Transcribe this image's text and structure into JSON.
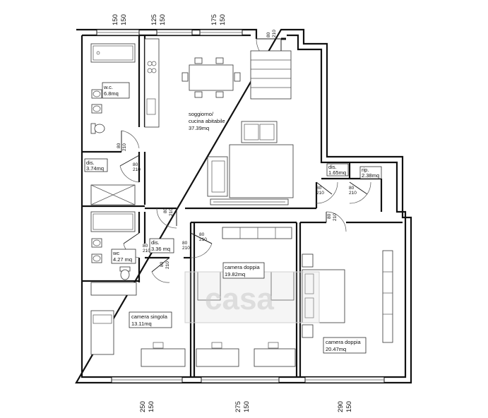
{
  "rooms": [
    {
      "name": "w.c.",
      "area": "6.8mq"
    },
    {
      "name": "soggiorno/ cucina abitabile",
      "line1": "soggiorno/",
      "line2": "cucina abitabile",
      "area": "37.39mq"
    },
    {
      "name": "dis.",
      "area": "3.74mq"
    },
    {
      "name": "dis.",
      "area": "1.65mq"
    },
    {
      "name": "rip.",
      "area": "2.38mq"
    },
    {
      "name": "dis.",
      "area": "3.36 mq"
    },
    {
      "name": "wc",
      "area": "4.27 mq"
    },
    {
      "name": "camera doppia",
      "area": "19.82mq"
    },
    {
      "name": "camera singola",
      "area": "13.11mq"
    },
    {
      "name": "camera doppia",
      "area": "20.47mq"
    }
  ],
  "window_dims_top": [
    {
      "w": "150",
      "h": "150"
    },
    {
      "w": "125",
      "h": "150"
    },
    {
      "w": "175",
      "h": "150"
    }
  ],
  "window_dims_bottom": [
    {
      "w": "250",
      "h": "150"
    },
    {
      "w": "275",
      "h": "150"
    },
    {
      "w": "290",
      "h": "150"
    }
  ],
  "door_dims": [
    {
      "w": "80",
      "h": "210"
    },
    {
      "w": "80",
      "h": "210"
    },
    {
      "w": "80",
      "h": "210"
    },
    {
      "w": "80",
      "h": "210"
    },
    {
      "w": "80",
      "h": "210"
    },
    {
      "w": "80",
      "h": "210"
    },
    {
      "w": "80",
      "h": "210"
    },
    {
      "w": "80",
      "h": "210"
    },
    {
      "w": "80",
      "h": "210"
    },
    {
      "w": "80",
      "h": "210"
    },
    {
      "w": "80",
      "h": "210"
    }
  ],
  "watermark": "casa"
}
